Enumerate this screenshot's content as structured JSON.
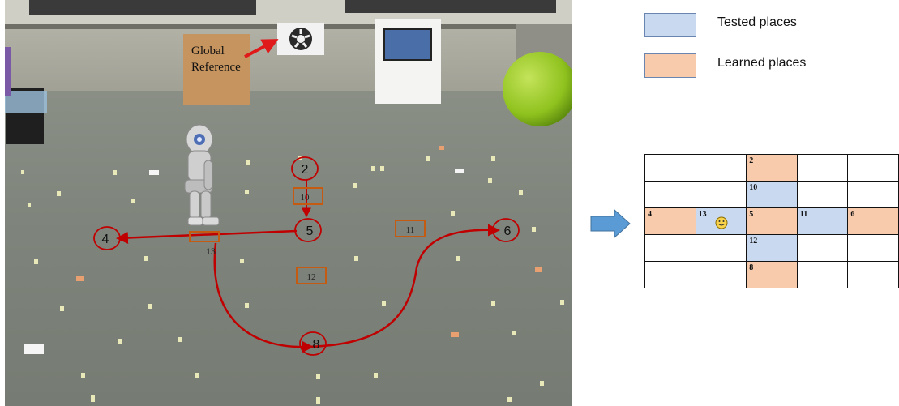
{
  "photo": {
    "global_reference_line1": "Global",
    "global_reference_line2": "Reference",
    "positions": {
      "p2": "2",
      "p4": "4",
      "p5": "5",
      "p6": "6",
      "p8": "8",
      "p10": "10",
      "p11": "11",
      "p12": "12",
      "p13": "13"
    }
  },
  "legend": {
    "tested_label": "Tested places",
    "learned_label": "Learned places",
    "tested_color": "#c9d9ef",
    "learned_color": "#f8cbad"
  },
  "grid": {
    "rows": [
      [
        {
          "label": "",
          "type": ""
        },
        {
          "label": "",
          "type": ""
        },
        {
          "label": "2",
          "type": "learned"
        },
        {
          "label": "",
          "type": ""
        },
        {
          "label": "",
          "type": ""
        }
      ],
      [
        {
          "label": "",
          "type": ""
        },
        {
          "label": "",
          "type": ""
        },
        {
          "label": "10",
          "type": "tested"
        },
        {
          "label": "",
          "type": ""
        },
        {
          "label": "",
          "type": ""
        }
      ],
      [
        {
          "label": "4",
          "type": "learned"
        },
        {
          "label": "13",
          "type": "tested",
          "icon": "smiley-icon"
        },
        {
          "label": "5",
          "type": "learned"
        },
        {
          "label": "11",
          "type": "tested"
        },
        {
          "label": "6",
          "type": "learned"
        }
      ],
      [
        {
          "label": "",
          "type": ""
        },
        {
          "label": "",
          "type": ""
        },
        {
          "label": "12",
          "type": "tested"
        },
        {
          "label": "",
          "type": ""
        },
        {
          "label": "",
          "type": ""
        }
      ],
      [
        {
          "label": "",
          "type": ""
        },
        {
          "label": "",
          "type": ""
        },
        {
          "label": "8",
          "type": "learned"
        },
        {
          "label": "",
          "type": ""
        },
        {
          "label": "",
          "type": ""
        }
      ]
    ]
  },
  "colors": {
    "path_red": "#c00000",
    "tested_box_border": "#c55a11",
    "arrow_blue": "#5b9bd5"
  }
}
